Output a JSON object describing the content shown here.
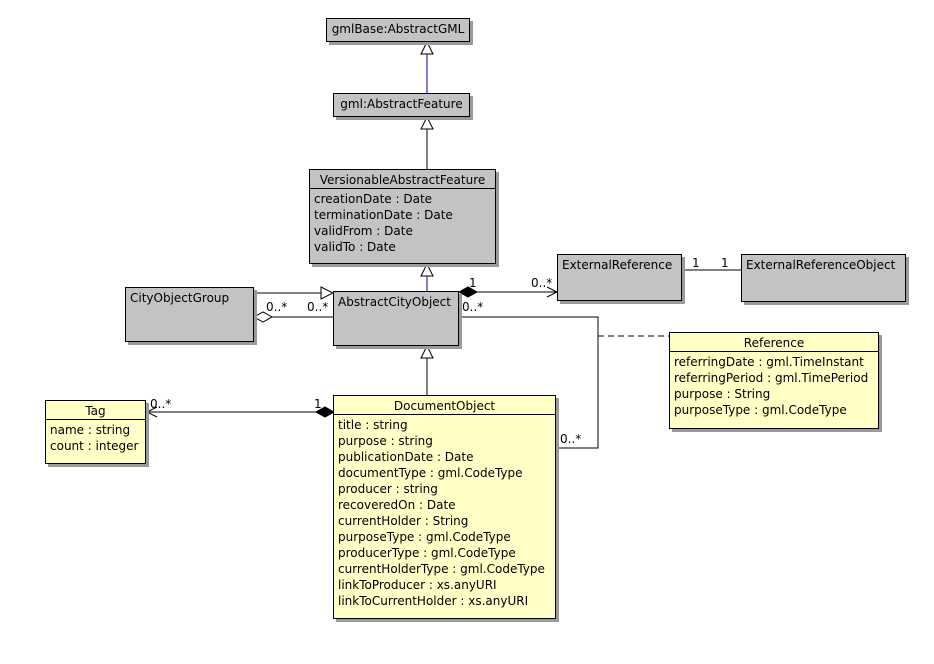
{
  "classes": {
    "abstract_gml": {
      "name": "gmlBase:AbstractGML"
    },
    "abstract_feature": {
      "name": "gml:AbstractFeature"
    },
    "versionable": {
      "name": "VersionableAbstractFeature",
      "attributes": [
        "creationDate : Date",
        "terminationDate : Date",
        "validFrom : Date",
        "validTo : Date"
      ]
    },
    "city_object_group": {
      "name": "CityObjectGroup"
    },
    "abstract_city_object": {
      "name": "AbstractCityObject"
    },
    "external_reference": {
      "name": "ExternalReference"
    },
    "external_reference_object": {
      "name": "ExternalReferenceObject"
    },
    "reference": {
      "name": "Reference",
      "attributes": [
        "referringDate : gml.TimeInstant",
        "referringPeriod : gml.TimePeriod",
        "purpose : String",
        "purposeType : gml.CodeType"
      ]
    },
    "tag": {
      "name": "Tag",
      "attributes": [
        "name : string",
        "count : integer"
      ]
    },
    "document_object": {
      "name": "DocumentObject",
      "attributes": [
        "title : string",
        "purpose : string",
        "publicationDate : Date",
        "documentType : gml.CodeType",
        "producer : string",
        "recoveredOn : Date",
        "currentHolder : String",
        "purposeType : gml.CodeType",
        "producerType : gml.CodeType",
        "currentHolderType : gml.CodeType",
        "linkToProducer : xs.anyURI",
        "linkToCurrentHolder : xs.anyURI"
      ]
    }
  },
  "multiplicities": {
    "group_aggregation_end": "0..*",
    "group_city_object_end": "0..*",
    "city_object_composition": "1",
    "external_reference_end": "0..*",
    "extref_left": "1",
    "extref_right": "1",
    "city_object_reference_end": "0..*",
    "document_reference_end": "0..*",
    "tag_end": "0..*",
    "document_composition": "1"
  },
  "colors": {
    "class_grey": "#c3c3c3",
    "class_yellow": "#ffffc6",
    "generalization_line": "#0000a0",
    "line": "#000000"
  }
}
